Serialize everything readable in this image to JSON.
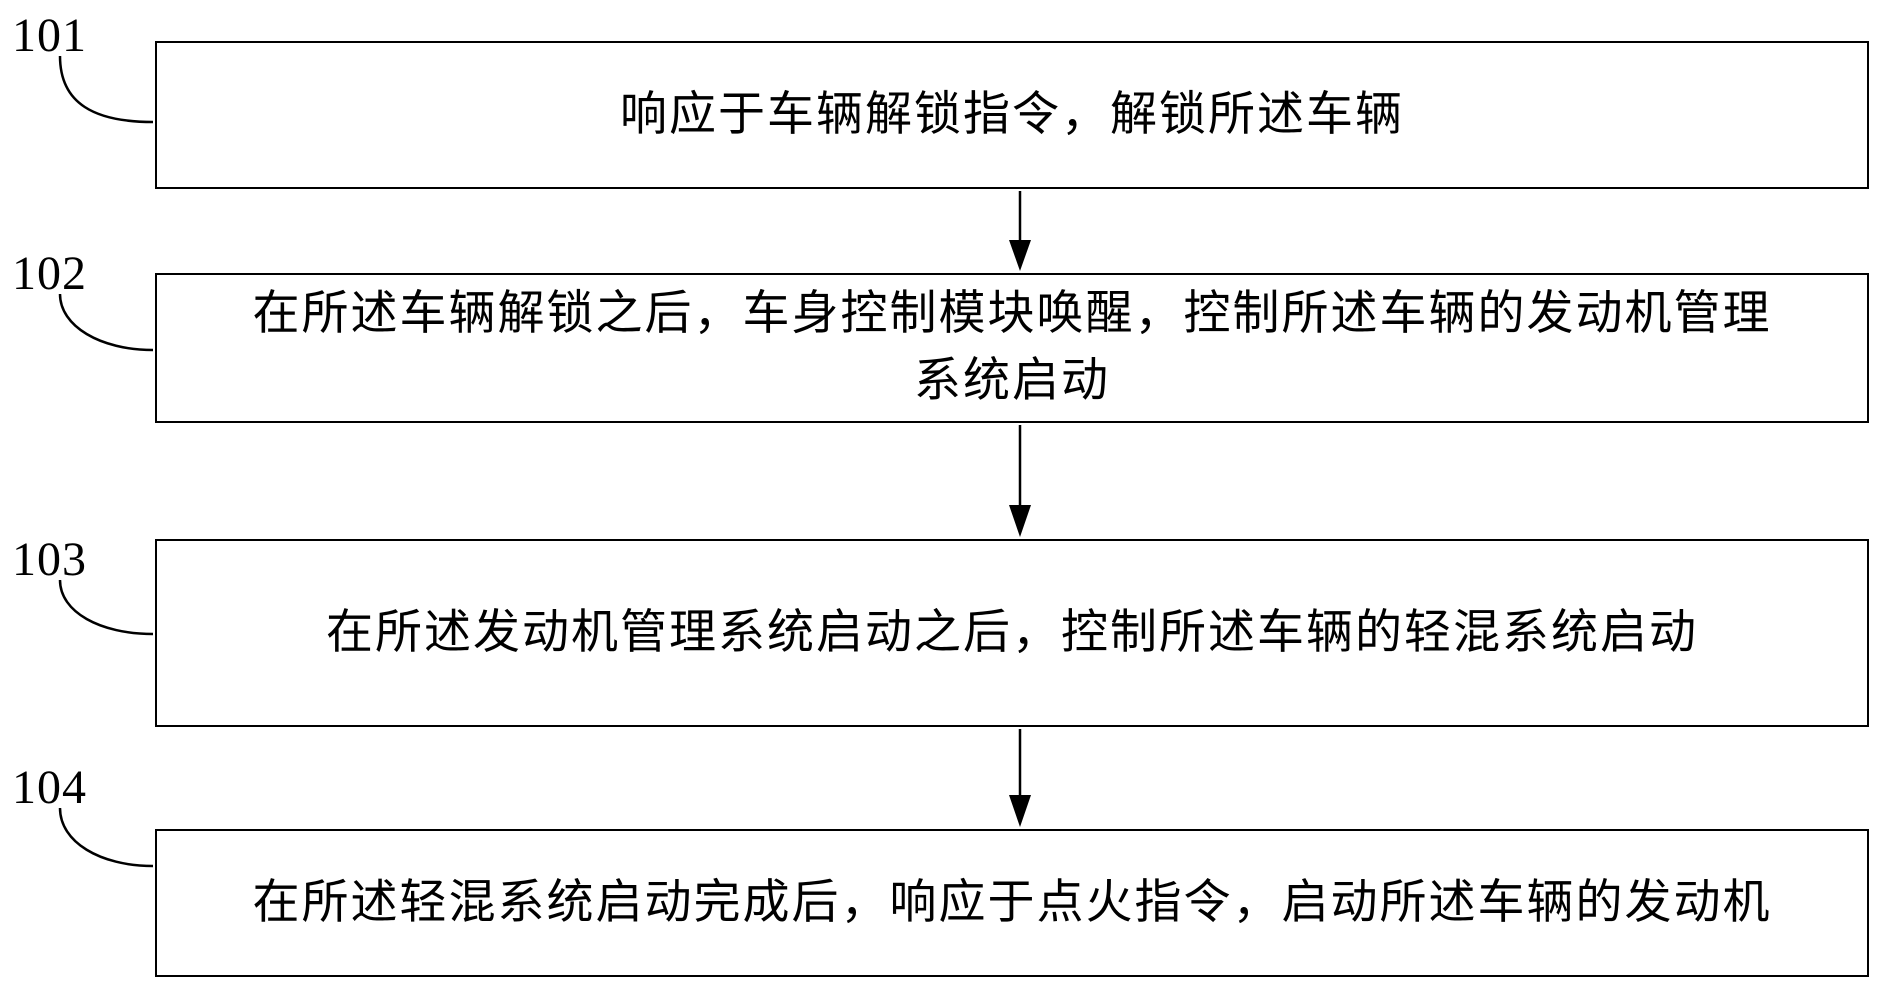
{
  "figure": {
    "background_color": "#ffffff",
    "line_color": "#000000",
    "steps": [
      {
        "label": "101",
        "lines": [
          "响应于车辆解锁指令，解锁所述车辆"
        ]
      },
      {
        "label": "102",
        "lines": [
          "在所述车辆解锁之后，车身控制模块唤醒，控制所述车辆的发动机管理",
          "系统启动"
        ]
      },
      {
        "label": "103",
        "lines": [
          "在所述发动机管理系统启动之后，控制所述车辆的轻混系统启动"
        ]
      },
      {
        "label": "104",
        "lines": [
          "在所述轻混系统启动完成后，响应于点火指令，启动所述车辆的发动机"
        ]
      }
    ]
  }
}
